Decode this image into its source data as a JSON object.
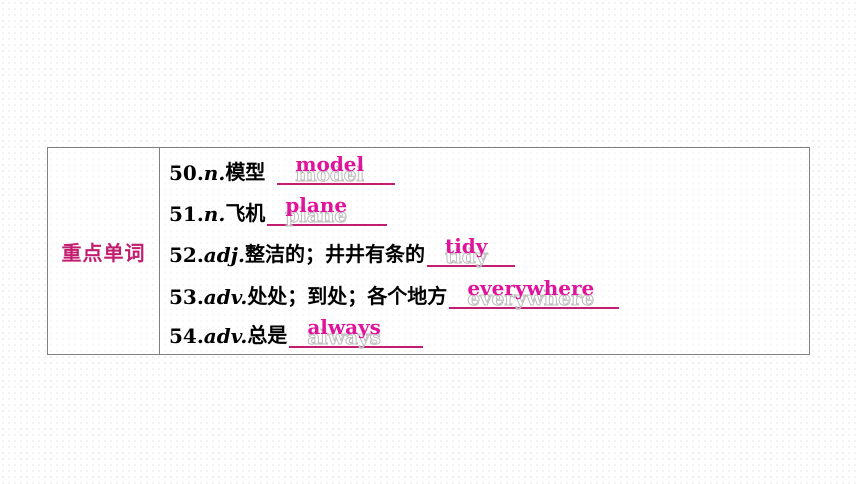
{
  "section": {
    "label": "重点单词"
  },
  "items": [
    {
      "num": "50.",
      "pos": "n.",
      "meaning": "模型",
      "answer": "model"
    },
    {
      "num": "51.",
      "pos": "n.",
      "meaning": "飞机",
      "answer": "plane"
    },
    {
      "num": "52.",
      "pos": "adj.",
      "meaning": "整洁的；井井有条的",
      "answer": "tidy"
    },
    {
      "num": "53.",
      "pos": "adv.",
      "meaning": "处处；到处；各个地方",
      "answer": "everywhere"
    },
    {
      "num": "54.",
      "pos": "adv.",
      "meaning": "总是",
      "answer": "always"
    }
  ],
  "colors": {
    "accent": "#c21d6f",
    "answer": "#e0139a",
    "border": "#808080"
  }
}
